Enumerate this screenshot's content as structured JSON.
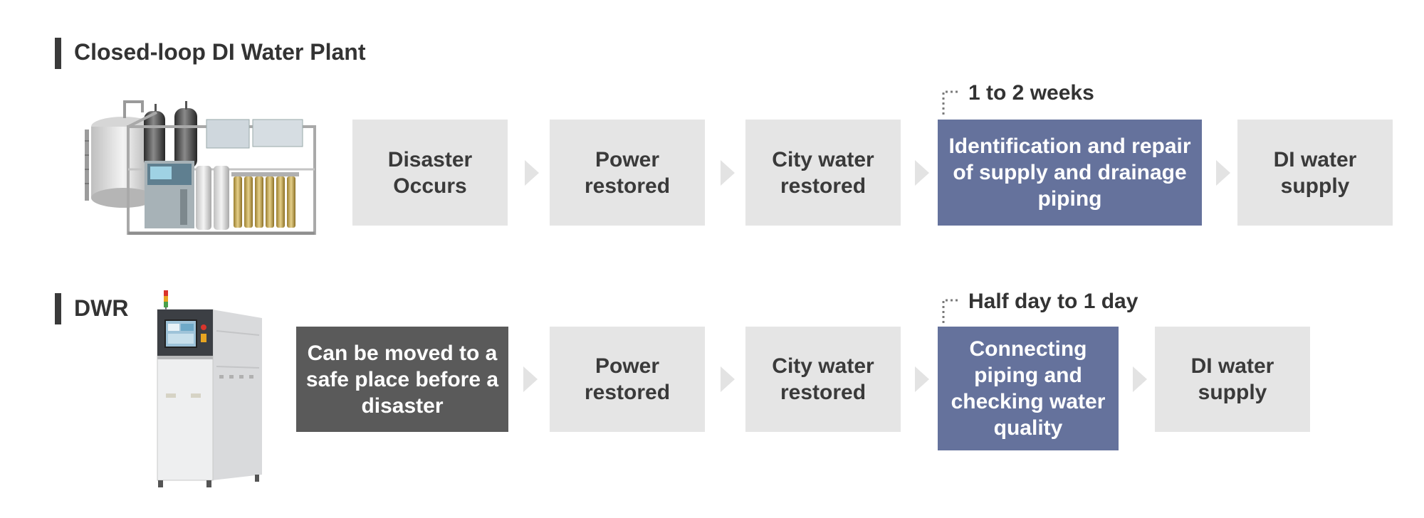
{
  "rows": [
    {
      "title": "Closed-loop DI Water Plant",
      "duration": "1 to 2 weeks",
      "steps": [
        "Disaster Occurs",
        "Power restored",
        "City water restored",
        "Identification and repair of supply and drainage piping",
        "DI water supply"
      ]
    },
    {
      "title": "DWR",
      "duration": "Half day to 1 day",
      "steps": [
        "Can be moved to a safe place before a disaster",
        "Power restored",
        "City water restored",
        "Connecting piping and checking water quality",
        "DI water supply"
      ]
    }
  ],
  "colors": {
    "step_grey": "#e5e5e5",
    "step_highlight": "#65729c",
    "step_dark": "#5a5a5a",
    "arrow": "#e3e3e3",
    "text": "#333333"
  },
  "icons": [
    "plant-illustration",
    "dwr-unit-illustration"
  ]
}
